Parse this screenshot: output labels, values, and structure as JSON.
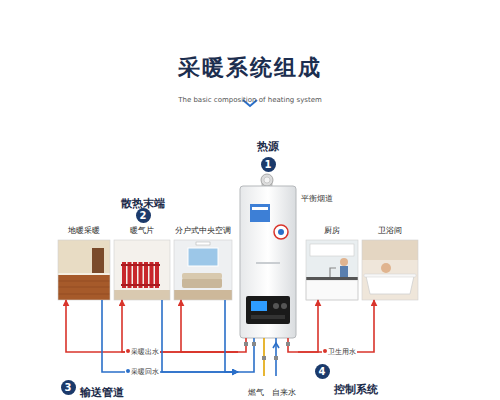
{
  "diagram": {
    "title": "采暖系统组成",
    "nodes": [
      {
        "text": [
          "热源"
        ]
      },
      {
        "text": [
          "地暖采暖"
        ]
      },
      {
        "text": [
          "暖气片"
        ]
      },
      {
        "text": [
          "分户式中央空调"
        ]
      },
      {
        "text": [
          "厨房"
        ]
      },
      {
        "text": [
          "卫浴间"
        ]
      }
    ],
    "edges": [
      {
        "from": 0,
        "to": 1,
        "arrow": "to"
      },
      {
        "from": 1,
        "to": 0,
        "arrow": "to"
      },
      {
        "from": 0,
        "to": 2,
        "arrow": "to"
      },
      {
        "from": 2,
        "to": 0,
        "arrow": "to"
      },
      {
        "from": 0,
        "to": 3,
        "arrow": "to"
      },
      {
        "from": 3,
        "to": 0,
        "arrow": "to"
      },
      {
        "from": 0,
        "to": 4,
        "arrow": "to"
      },
      {
        "from": 0,
        "to": 5,
        "arrow": "to"
      }
    ],
    "labels": [
      "The basic composition of heating system",
      "1",
      "散热末端",
      "2",
      "平衡烟道",
      "采暖出水",
      "采暖回水",
      "卫生用水",
      "燃气",
      "自来水",
      "3",
      "输送管道",
      "4",
      "控制系统"
    ]
  }
}
